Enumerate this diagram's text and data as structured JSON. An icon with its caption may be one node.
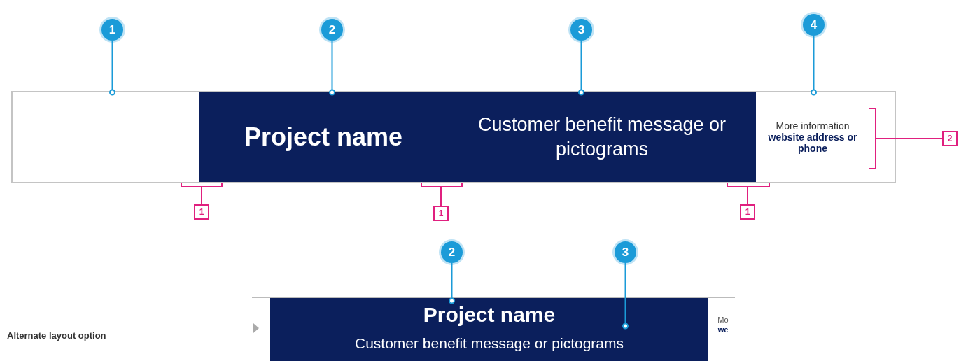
{
  "diagram": {
    "nodes": [
      {
        "text": [
          "1"
        ]
      },
      {
        "text": [
          "2"
        ]
      },
      {
        "text": [
          "3"
        ]
      },
      {
        "text": [
          "4"
        ]
      },
      {
        "text": [],
        "shape": "box"
      },
      {
        "text": [
          "Project name"
        ],
        "in": 4
      },
      {
        "text": [
          "Customer benefit message or pictograms"
        ],
        "in": 4
      },
      {
        "text": [
          "More information",
          "website address or phone"
        ],
        "in": 4
      },
      {
        "text": [],
        "shape": "bar"
      },
      {
        "text": [
          "1"
        ]
      },
      {
        "text": [],
        "shape": "bar"
      },
      {
        "text": [
          "1"
        ]
      },
      {
        "text": [],
        "shape": "bar"
      },
      {
        "text": [
          "1"
        ]
      },
      {
        "text": [],
        "shape": "bar",
        "in": 4
      },
      {
        "text": [
          "2"
        ]
      },
      {
        "text": [
          "2"
        ]
      },
      {
        "text": [
          "3"
        ]
      },
      {
        "text": [],
        "shape": "box"
      },
      {
        "text": [],
        "shape": "box",
        "in": 18
      },
      {
        "text": [
          "Project name"
        ],
        "in": 19
      },
      {
        "text": [
          "Customer benefit message or pictograms"
        ],
        "in": 19
      },
      {
        "text": [
          "Mo",
          "we"
        ],
        "in": 18
      }
    ],
    "edges": [
      {
        "from": 0,
        "to": 4,
        "arrow": "other"
      },
      {
        "from": 1,
        "to": 5,
        "arrow": "other"
      },
      {
        "from": 2,
        "to": 6,
        "arrow": "other"
      },
      {
        "from": 3,
        "to": 7,
        "arrow": "other"
      },
      {
        "from": 9,
        "to": 8,
        "arrow": "none",
        "color": "#e0207f"
      },
      {
        "from": 11,
        "to": 10,
        "arrow": "none",
        "color": "#e0207f"
      },
      {
        "from": 13,
        "to": 12,
        "arrow": "none",
        "color": "#e0207f"
      },
      {
        "from": 15,
        "to": 14,
        "arrow": "none",
        "color": "#e0207f"
      },
      {
        "from": 16,
        "to": 20,
        "arrow": "other"
      },
      {
        "from": 17,
        "to": 21,
        "arrow": "other"
      }
    ],
    "labels": [
      "Alternate layout option"
    ]
  }
}
